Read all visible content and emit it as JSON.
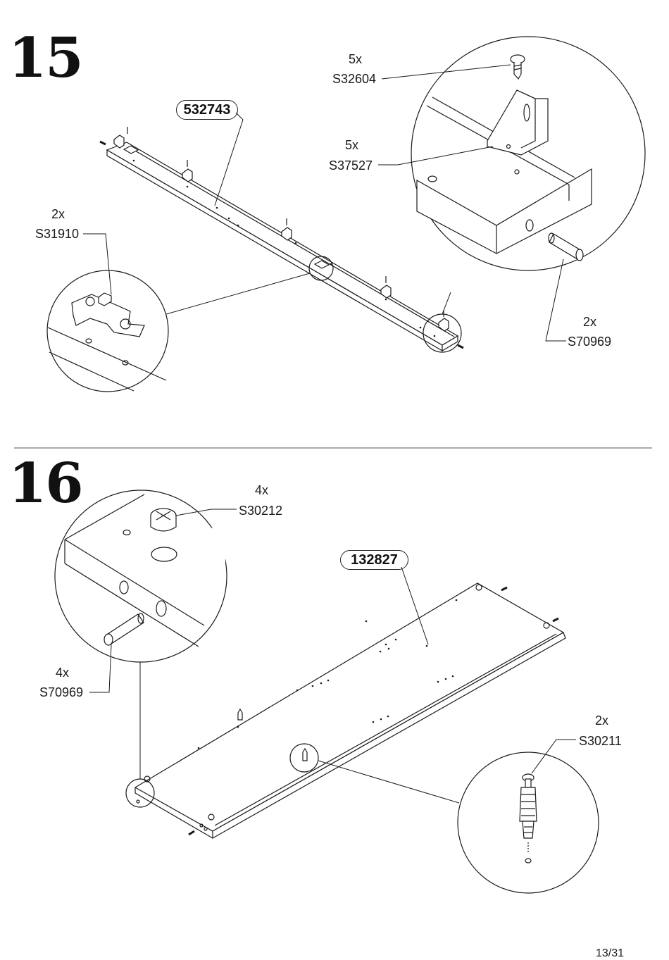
{
  "steps": [
    {
      "number": "15",
      "part_id": "532743",
      "callouts": [
        {
          "qty": "5x",
          "code": "S32604",
          "icon": "screw-icon"
        },
        {
          "qty": "5x",
          "code": "S37527",
          "icon": "angle-bracket-icon"
        },
        {
          "qty": "2x",
          "code": "S31910",
          "icon": "connector-plate-icon"
        },
        {
          "qty": "2x",
          "code": "S70969",
          "icon": "wooden-dowel-icon"
        }
      ]
    },
    {
      "number": "16",
      "part_id": "132827",
      "callouts": [
        {
          "qty": "4x",
          "code": "S30212",
          "icon": "cam-lock-icon"
        },
        {
          "qty": "4x",
          "code": "S70969",
          "icon": "wooden-dowel-icon"
        },
        {
          "qty": "2x",
          "code": "S30211",
          "icon": "cam-bolt-icon"
        }
      ]
    }
  ],
  "page_number": "13/31",
  "colors": {
    "ink": "#1a1a1a",
    "paper": "#ffffff",
    "rule": "#555555"
  }
}
